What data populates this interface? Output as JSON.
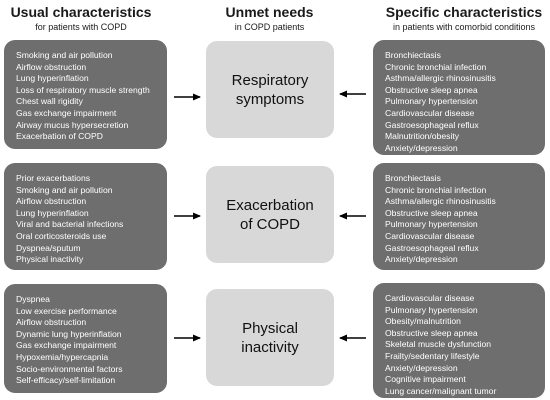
{
  "headers": {
    "left": {
      "title": "Usual characteristics",
      "subtitle": "for patients with COPD"
    },
    "mid": {
      "title": "Unmet needs",
      "subtitle": "in COPD patients"
    },
    "right": {
      "title": "Specific characteristics",
      "subtitle": "in patients with comorbid conditions"
    }
  },
  "rows": [
    {
      "center_label": [
        "Respiratory",
        "symptoms"
      ],
      "usual": [
        "Smoking and air pollution",
        "Airflow obstruction",
        "Lung hyperinflation",
        "Loss of respiratory muscle strength",
        "Chest wall rigidity",
        "Gas exchange impairment",
        "Airway mucus hypersecretion",
        "Exacerbation of COPD"
      ],
      "specific": [
        "Bronchiectasis",
        "Chronic bronchial infection",
        "Asthma/allergic rhinosinusitis",
        "Obstructive sleep apnea",
        "Pulmonary hypertension",
        "Cardiovascular disease",
        "Gastroesophageal reflux",
        "Malnutrition/obesity",
        "Anxiety/depression"
      ]
    },
    {
      "center_label": [
        "Exacerbation",
        "of COPD"
      ],
      "usual": [
        "Prior exacerbations",
        "Smoking  and air pollution",
        "Airflow obstruction",
        "Lung hyperinflation",
        "Viral and bacterial infections",
        "Oral corticosteroids use",
        "Dyspnea/sputum",
        "Physical inactivity"
      ],
      "specific": [
        "Bronchiectasis",
        "Chronic bronchial infection",
        "Asthma/allergic rhinosinusitis",
        "Obstructive sleep apnea",
        "Pulmonary hypertension",
        "Cardiovascular disease",
        "Gastroesophageal reflux",
        "Anxiety/depression"
      ]
    },
    {
      "center_label": [
        "Physical",
        "inactivity"
      ],
      "usual": [
        "Dyspnea",
        "Low exercise performance",
        "Airflow obstruction",
        "Dynamic lung hyperinflation",
        "Gas exchange impairment",
        "Hypoxemia/hypercapnia",
        "Socio-environmental factors",
        "Self-efficacy/self-limitation"
      ],
      "specific": [
        "Cardiovascular disease",
        "Pulmonary hypertension",
        "Obesity/malnutrition",
        "Obstructive sleep apnea",
        "Skeletal muscle dysfunction",
        "Frailty/sedentary lifestyle",
        "Anxiety/depression",
        "Cognitive impairment",
        "Lung cancer/malignant tumor"
      ]
    }
  ],
  "colors": {
    "dark_box": "#6e6e6e",
    "light_box": "#d8d8d8",
    "arrow": "#000000"
  }
}
